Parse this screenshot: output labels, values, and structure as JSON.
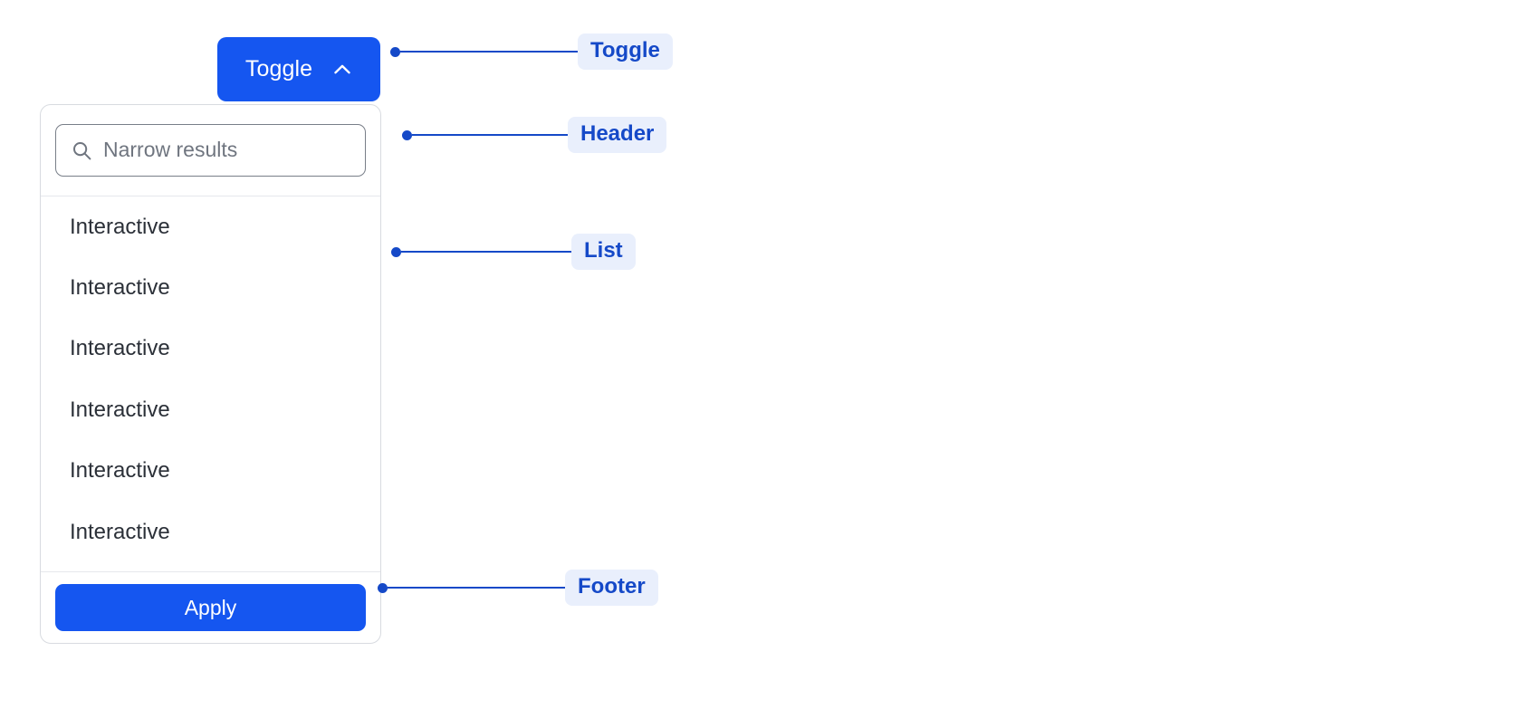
{
  "colors": {
    "accent": "#1556F0",
    "annotation": "#1549c8",
    "annotation_chip_bg": "#e9effc",
    "panel_border": "#d8dbe0",
    "divider": "#e6e8ec",
    "text": "#2b3038",
    "placeholder": "#6f757f",
    "input_border": "#787e88",
    "page_bg": "#ffffff"
  },
  "toggle": {
    "label": "Toggle",
    "icon": "chevron-up-icon",
    "expanded": true
  },
  "panel": {
    "header": {
      "search": {
        "icon": "search-icon",
        "value": "",
        "placeholder": "Narrow results"
      }
    },
    "list": {
      "items": [
        {
          "label": "Interactive"
        },
        {
          "label": "Interactive"
        },
        {
          "label": "Interactive"
        },
        {
          "label": "Interactive"
        },
        {
          "label": "Interactive"
        },
        {
          "label": "Interactive"
        }
      ]
    },
    "footer": {
      "apply_label": "Apply"
    }
  },
  "annotations": [
    {
      "label": "Toggle",
      "target": "toggle-button"
    },
    {
      "label": "Header",
      "target": "panel-header"
    },
    {
      "label": "List",
      "target": "option-list"
    },
    {
      "label": "Footer",
      "target": "panel-footer"
    }
  ]
}
